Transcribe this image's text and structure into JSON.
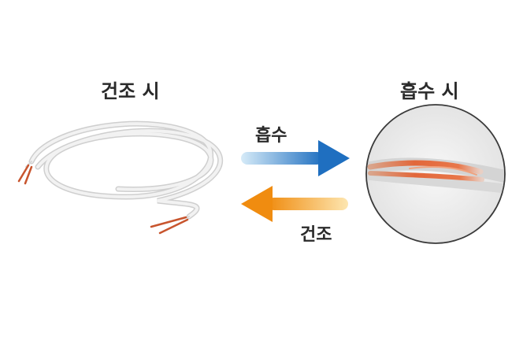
{
  "states": {
    "dry_title": "건조 시",
    "wet_title": "흡수 시"
  },
  "arrows": {
    "absorb_label": "흡수",
    "dry_label": "건조"
  },
  "colors": {
    "absorb_arrow_start": "#cfe6f7",
    "absorb_arrow_end": "#1f6fc0",
    "dry_arrow_start": "#f59a1a",
    "dry_arrow_end": "#fde3a8",
    "wire_core": "#c8552e",
    "sheath": "#e6e6e6"
  }
}
